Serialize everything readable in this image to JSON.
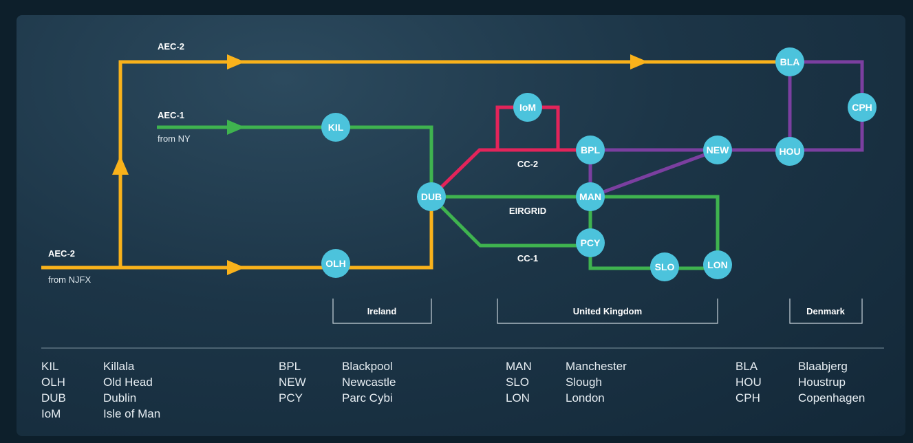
{
  "colors": {
    "aec2": "#f9b21b",
    "green": "#3fb34f",
    "cc2": "#e3245a",
    "purple": "#7b3fa0",
    "node": "#4cc3dc",
    "bracket": "#c8d3da"
  },
  "nodes": {
    "kil": "KIL",
    "olh": "OLH",
    "dub": "DUB",
    "iom": "IoM",
    "bpl": "BPL",
    "new": "NEW",
    "man": "MAN",
    "pcy": "PCY",
    "slo": "SLO",
    "lon": "LON",
    "bla": "BLA",
    "cph": "CPH",
    "hou": "HOU"
  },
  "links": {
    "aec2_top": "AEC-2",
    "aec1": "AEC-1",
    "aec1_from": "from NY",
    "aec2_bottom": "AEC-2",
    "aec2_from": "from NJFX",
    "cc2": "CC-2",
    "eirgrid": "EIRGRID",
    "cc1": "CC-1"
  },
  "regions": {
    "ireland": "Ireland",
    "uk": "United Kingdom",
    "denmark": "Denmark"
  },
  "legend": [
    {
      "code": "KIL",
      "name": "Killala"
    },
    {
      "code": "OLH",
      "name": "Old Head"
    },
    {
      "code": "DUB",
      "name": "Dublin"
    },
    {
      "code": "IoM",
      "name": "Isle of Man"
    },
    {
      "code": "BPL",
      "name": "Blackpool"
    },
    {
      "code": "NEW",
      "name": "Newcastle"
    },
    {
      "code": "PCY",
      "name": "Parc Cybi"
    },
    {
      "code": "MAN",
      "name": "Manchester"
    },
    {
      "code": "SLO",
      "name": "Slough"
    },
    {
      "code": "LON",
      "name": "London"
    },
    {
      "code": "BLA",
      "name": "Blaabjerg"
    },
    {
      "code": "HOU",
      "name": "Houstrup"
    },
    {
      "code": "CPH",
      "name": "Copenhagen"
    }
  ]
}
